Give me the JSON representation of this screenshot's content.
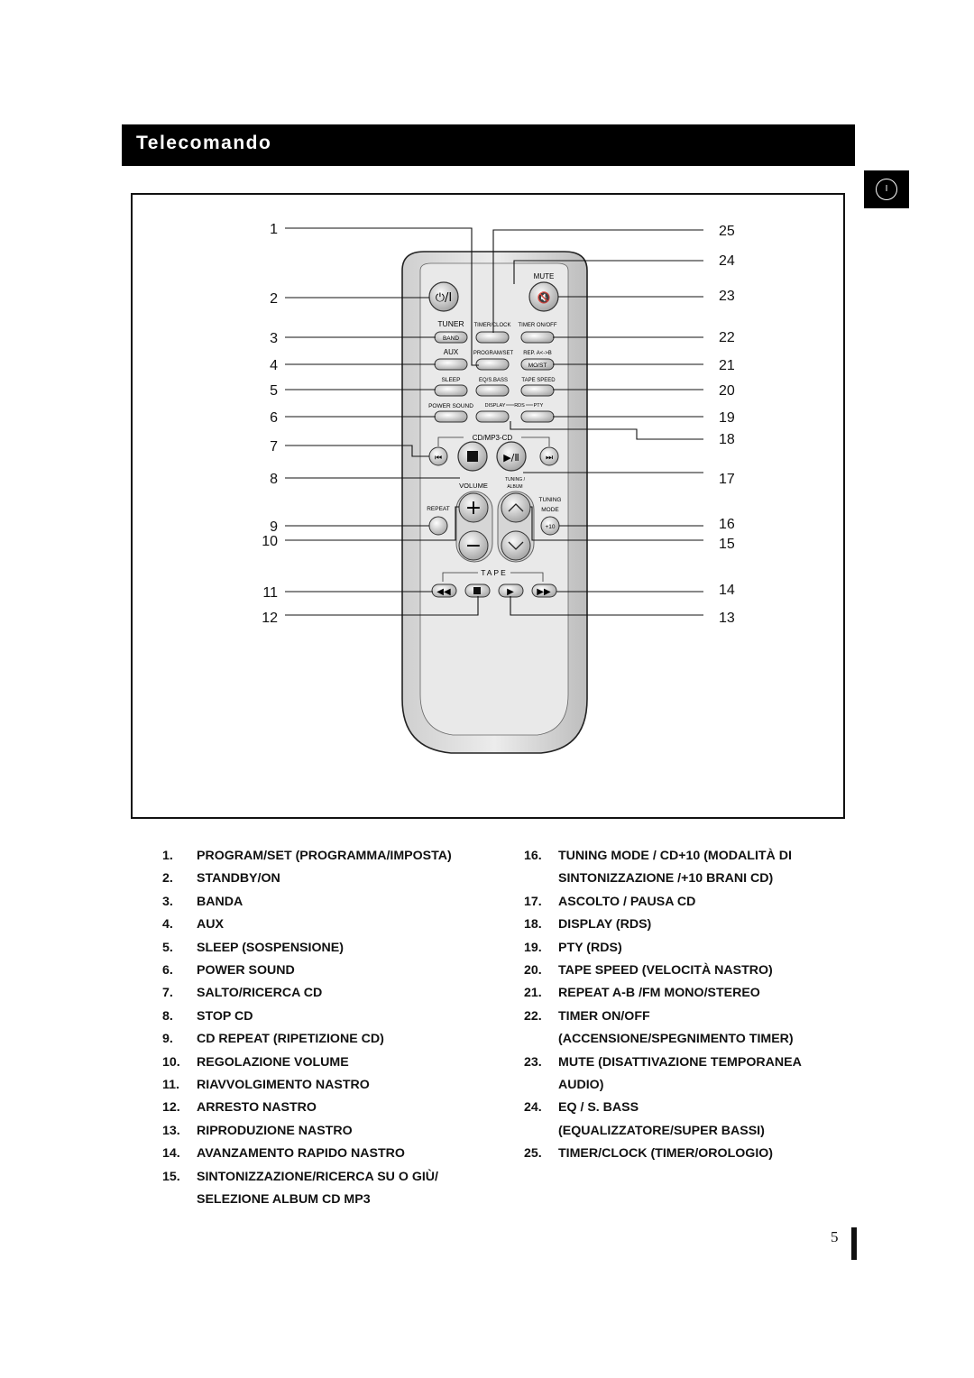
{
  "section_title": "Telecomando",
  "language_tab": "I",
  "page_number": "5",
  "callouts_left": [
    "1",
    "2",
    "3",
    "4",
    "5",
    "6",
    "7",
    "8",
    "9",
    "10",
    "11",
    "12"
  ],
  "callouts_right": [
    "25",
    "24",
    "23",
    "22",
    "21",
    "20",
    "19",
    "18",
    "17",
    "16",
    "15",
    "14",
    "13"
  ],
  "remote_labels": {
    "mute": "MUTE",
    "tuner": "TUNER",
    "timer_clock": "TIMER/CLOCK",
    "timer_onoff": "TIMER ON/OFF",
    "band": "BAND",
    "aux": "AUX",
    "program_set": "PROGRAM/SET",
    "rep_ab": "REP. A<->B",
    "mo_st": "MO/ST",
    "sleep": "SLEEP",
    "eq_sbass": "EQ/S.BASS",
    "tape_speed": "TAPE SPEED",
    "power_sound": "POWER SOUND",
    "display": "DISPLAY",
    "rds": "RDS",
    "pty": "PTY",
    "cd_mp3": "CD/MP3-CD",
    "volume": "VOLUME",
    "tuning_album_1": "TUNING /",
    "tuning_album_2": "ALBUM",
    "repeat": "REPEAT",
    "tuning_mode_1": "TUNING",
    "tuning_mode_2": "MODE",
    "plus10": "+10",
    "tape": "TAPE"
  },
  "list_left": [
    {
      "num": "1.",
      "text": "PROGRAM/SET (PROGRAMMA/IMPOSTA)"
    },
    {
      "num": "2.",
      "text": "STANDBY/ON"
    },
    {
      "num": "3.",
      "text": "BANDA"
    },
    {
      "num": "4.",
      "text": "AUX"
    },
    {
      "num": "5.",
      "text": "SLEEP (SOSPENSIONE)"
    },
    {
      "num": "6.",
      "text": "POWER SOUND"
    },
    {
      "num": "7.",
      "text": "SALTO/RICERCA CD"
    },
    {
      "num": "8.",
      "text": "STOP CD"
    },
    {
      "num": "9.",
      "text": "CD REPEAT (RIPETIZIONE CD)"
    },
    {
      "num": "10.",
      "text": "REGOLAZIONE VOLUME"
    },
    {
      "num": "11.",
      "text": "RIAVVOLGIMENTO NASTRO"
    },
    {
      "num": "12.",
      "text": "ARRESTO NASTRO"
    },
    {
      "num": "13.",
      "text": "RIPRODUZIONE NASTRO"
    },
    {
      "num": "14.",
      "text": "AVANZAMENTO RAPIDO NASTRO"
    },
    {
      "num": "15.",
      "text": "SINTONIZZAZIONE/RICERCA SU O GIÙ/"
    },
    {
      "num": "",
      "text": "SELEZIONE ALBUM CD MP3"
    }
  ],
  "list_right": [
    {
      "num": "16.",
      "text": "TUNING MODE / CD+10 (MODALITÀ DI"
    },
    {
      "num": "",
      "text": "SINTONIZZAZIONE /+10 BRANI CD)"
    },
    {
      "num": "17.",
      "text": "ASCOLTO / PAUSA CD"
    },
    {
      "num": "18.",
      "text": "DISPLAY (RDS)"
    },
    {
      "num": "19.",
      "text": "PTY (RDS)"
    },
    {
      "num": "20.",
      "text": "TAPE SPEED (VELOCITÀ NASTRO)"
    },
    {
      "num": "21.",
      "text": "REPEAT A-B /FM MONO/STEREO"
    },
    {
      "num": "22.",
      "text": "TIMER ON/OFF"
    },
    {
      "num": "",
      "text": "(ACCENSIONE/SPEGNIMENTO TIMER)"
    },
    {
      "num": "23.",
      "text": "MUTE (DISATTIVAZIONE TEMPORANEA"
    },
    {
      "num": "",
      "text": "AUDIO)"
    },
    {
      "num": "24.",
      "text": "EQ / S. BASS"
    },
    {
      "num": "",
      "text": "(EQUALIZZATORE/SUPER BASSI)"
    },
    {
      "num": "25.",
      "text": "TIMER/CLOCK (TIMER/OROLOGIO)"
    }
  ]
}
